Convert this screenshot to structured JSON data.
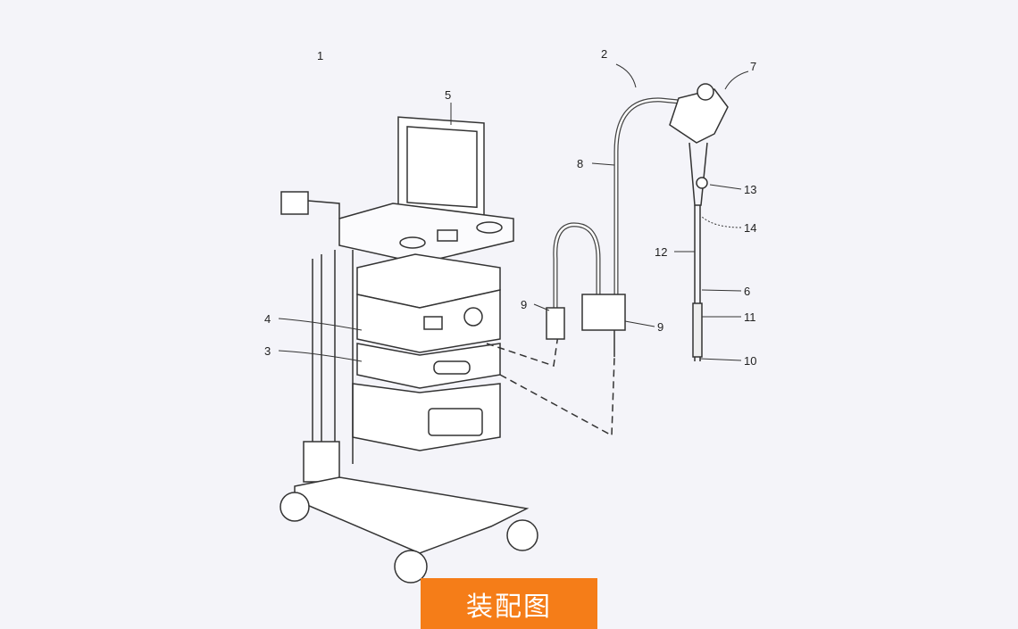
{
  "diagram": {
    "labels": {
      "system": "1",
      "endoscope": "2",
      "unit_3": "3",
      "unit_4": "4",
      "monitor": "5",
      "insertion_part": "6",
      "control_section": "7",
      "universal_cord": "8",
      "connector_a": "9",
      "connector_b": "9",
      "distal_end": "10",
      "bending_section": "11",
      "flexible_tube": "12",
      "knob": "13",
      "sensor": "14"
    }
  },
  "caption": {
    "text": "装配图",
    "color": "#f57d18"
  }
}
